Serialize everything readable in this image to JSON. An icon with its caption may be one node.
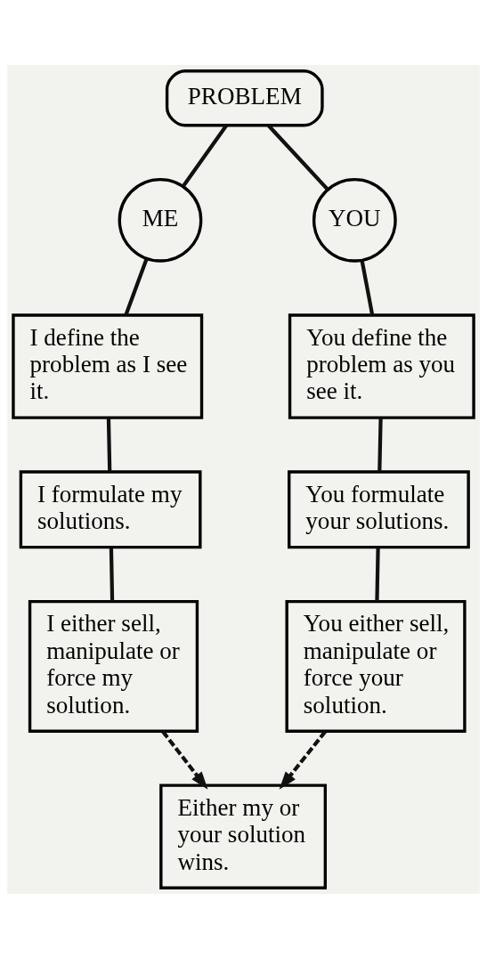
{
  "diagram": {
    "nodes": [
      {
        "text": [
          "PROBLEM"
        ]
      },
      {
        "text": [
          "ME"
        ]
      },
      {
        "text": [
          "YOU"
        ]
      },
      {
        "text": [
          "I define the problem as I see it."
        ]
      },
      {
        "text": [
          "You define the problem as you see it."
        ]
      },
      {
        "text": [
          "I formulate my solutions."
        ]
      },
      {
        "text": [
          "You formulate your solutions."
        ]
      },
      {
        "text": [
          "I either sell, manipulate or force my solution."
        ]
      },
      {
        "text": [
          "You either sell, manipulate or force your solution."
        ]
      },
      {
        "text": [
          "Either my or your solution wins."
        ]
      }
    ],
    "edges": [
      {
        "from": 0,
        "to": 1,
        "arrow": "none"
      },
      {
        "from": 0,
        "to": 2,
        "arrow": "none"
      },
      {
        "from": 1,
        "to": 3,
        "arrow": "none"
      },
      {
        "from": 2,
        "to": 4,
        "arrow": "none"
      },
      {
        "from": 3,
        "to": 5,
        "arrow": "none"
      },
      {
        "from": 4,
        "to": 6,
        "arrow": "none"
      },
      {
        "from": 5,
        "to": 7,
        "arrow": "none"
      },
      {
        "from": 6,
        "to": 8,
        "arrow": "none"
      },
      {
        "from": 7,
        "to": 9,
        "arrow": "to",
        "style": "dashed"
      },
      {
        "from": 8,
        "to": 9,
        "arrow": "to",
        "style": "dashed"
      }
    ]
  }
}
